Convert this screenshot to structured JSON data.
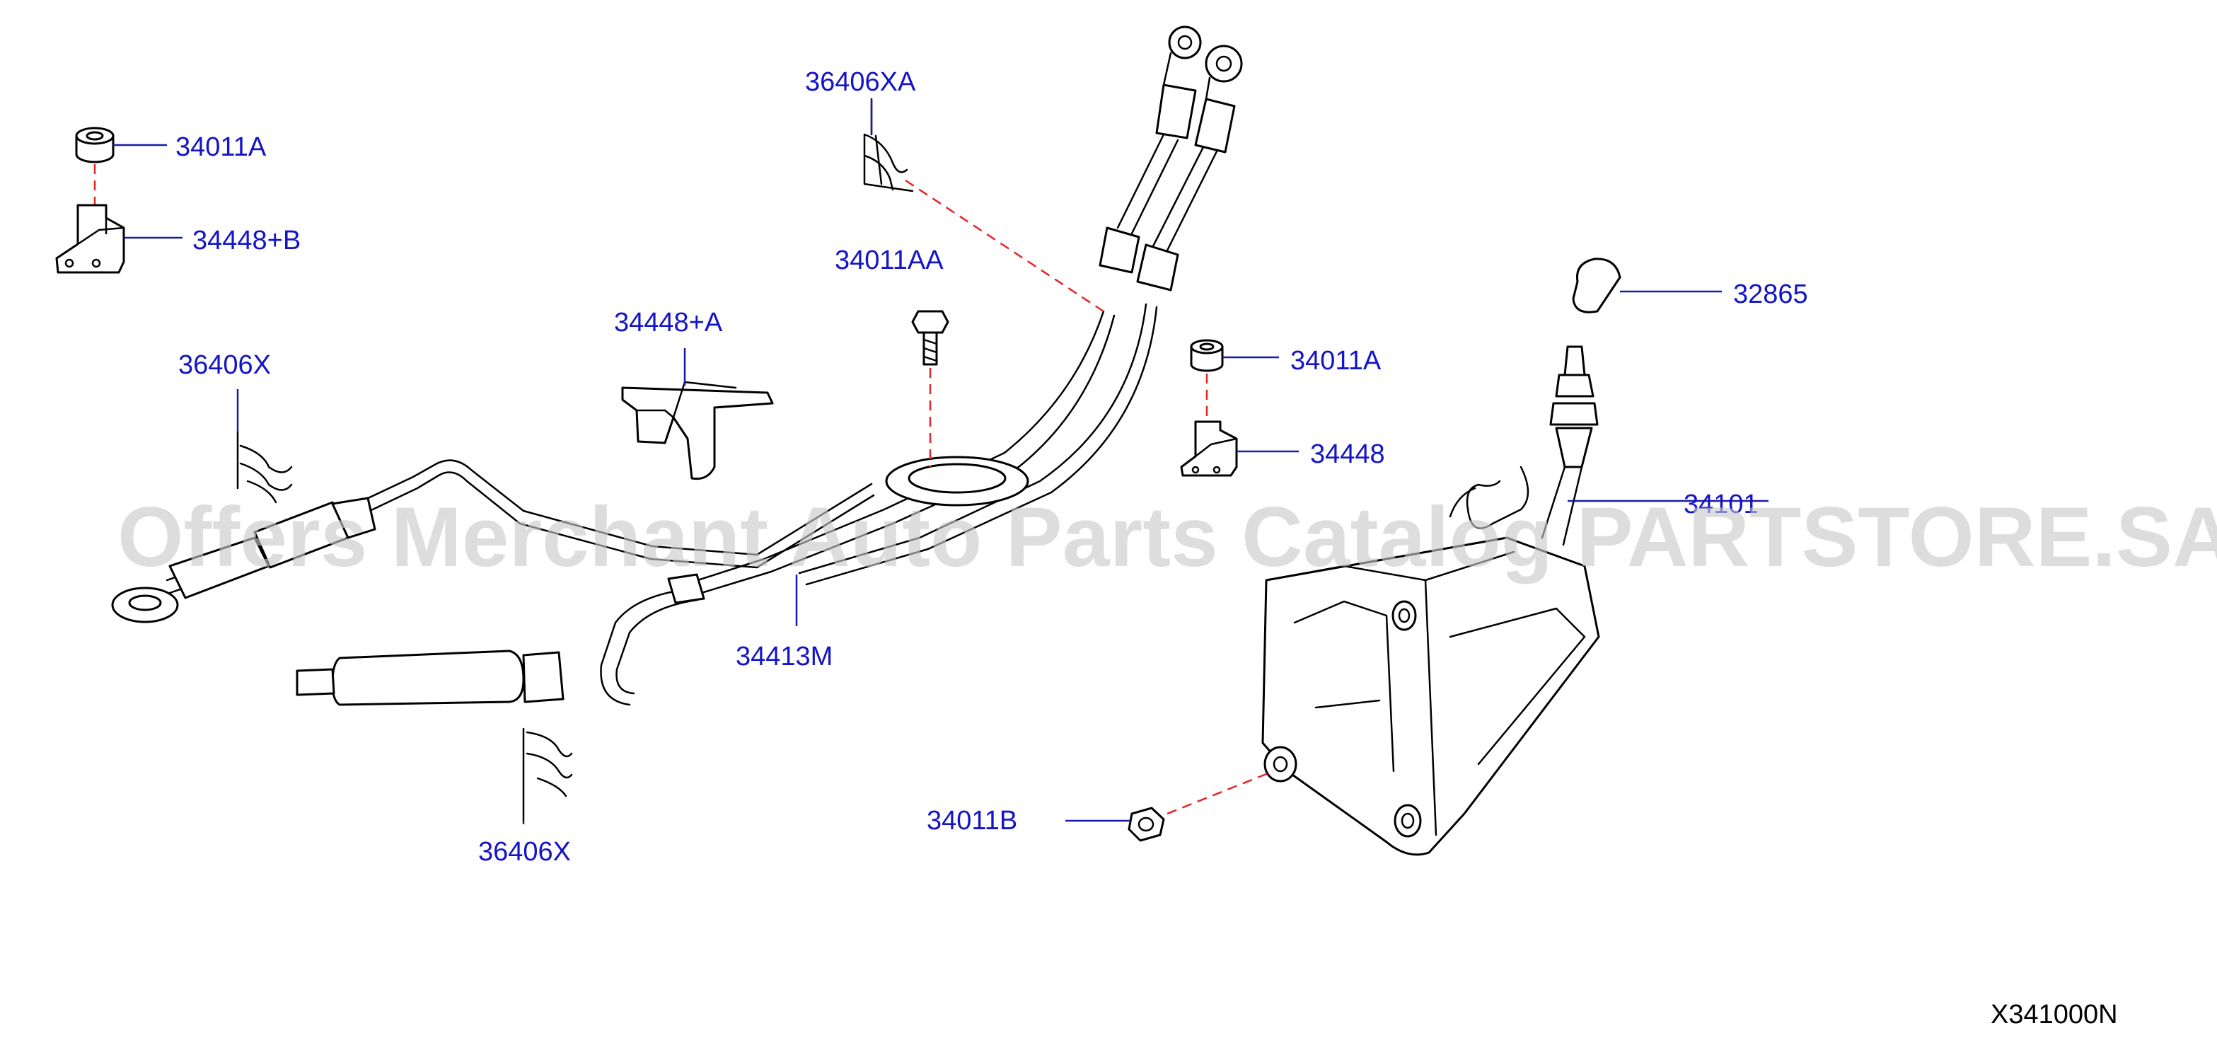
{
  "diagram": {
    "part_labels": {
      "p34011A_top": "34011A",
      "p34448B": "34448+B",
      "p36406XA": "36406XA",
      "p34011AA": "34011AA",
      "p34448A": "34448+A",
      "p36406X_left": "36406X",
      "p34011A_mid": "34011A",
      "p34448": "34448",
      "p32865": "32865",
      "p34101": "34101",
      "p34413M": "34413M",
      "p36406X_bottom": "36406X",
      "p34011B": "34011B"
    },
    "diagram_code": "X341000N"
  },
  "watermark": "Offers Merchant Auto Parts Catalog PARTSTORE.SA",
  "colors": {
    "callout_text": "#1414c8",
    "leader_line": "#1a1aa6",
    "dashed_guide": "#e8232a",
    "line_art": "#000000"
  }
}
